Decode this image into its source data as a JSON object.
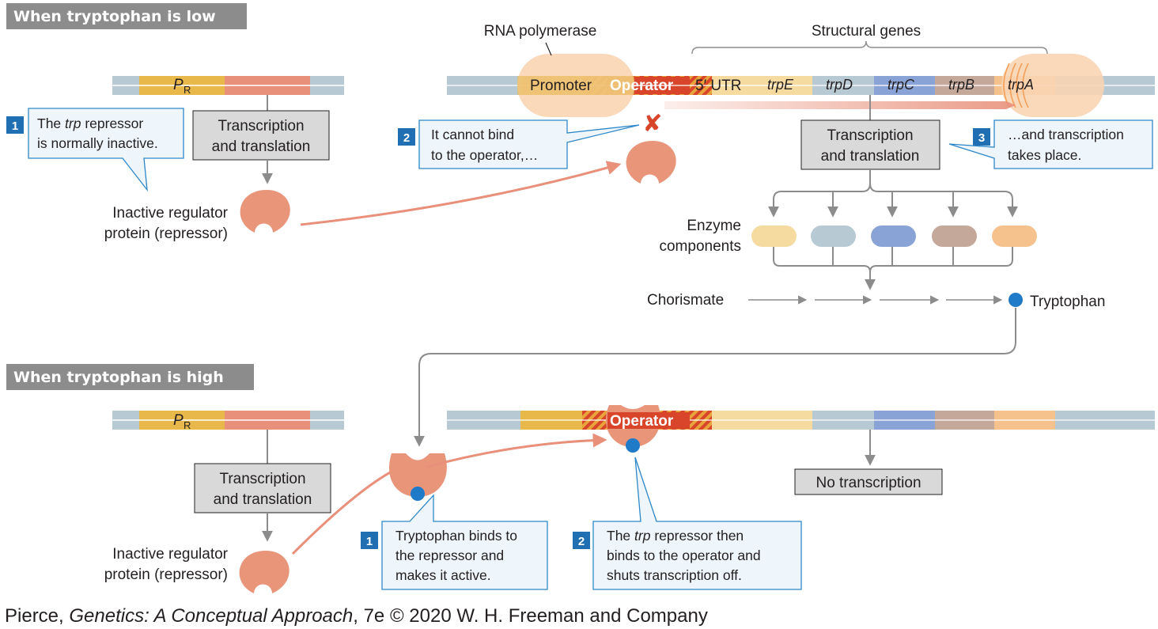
{
  "headers": {
    "low": "When tryptophan is low",
    "high": "When tryptophan is high"
  },
  "labels": {
    "rna_polymerase": "RNA polymerase",
    "structural_genes": "Structural genes",
    "promoter": "Promoter",
    "operator": "Operator",
    "utr": "5′ UTR",
    "pr_main": "P",
    "pr_sub": "R",
    "genes": [
      "trpE",
      "trpD",
      "trpC",
      "trpB",
      "trpA"
    ],
    "enzyme_line1": "Enzyme",
    "enzyme_line2": "components",
    "chorismate": "Chorismate",
    "tryptophan": "Tryptophan",
    "regulator_line1": "Inactive regulator",
    "regulator_line2": "protein (repressor)",
    "tt_line1": "Transcription",
    "tt_line2": "and translation",
    "no_transcription": "No transcription",
    "x_mark": "✘"
  },
  "callouts": {
    "low1": {
      "num": "1",
      "l1a": "The ",
      "l1b": "trp",
      "l1c": " repressor",
      "l2": "is normally inactive."
    },
    "low2": {
      "num": "2",
      "l1": "It cannot bind",
      "l2": "to the operator,…"
    },
    "low3": {
      "num": "3",
      "l1": "…and transcription",
      "l2": "takes place."
    },
    "high1": {
      "num": "1",
      "l1": "Tryptophan binds to",
      "l2": "the repressor and",
      "l3": "makes it active."
    },
    "high2": {
      "num": "2",
      "l1a": "The ",
      "l1b": "trp",
      "l1c": " repressor then",
      "l2": "binds to the operator and",
      "l3": "shuts transcription off."
    }
  },
  "credit": {
    "a": "Pierce, ",
    "b": "Genetics: A Conceptual Approach",
    "c": ", 7e © 2020 W. H. Freeman and Company"
  },
  "colors": {
    "dna": "#b7c9d3",
    "yellow": "#e8b84a",
    "salmon": "#e8907a",
    "repressor": "#e8957a",
    "operator": "#d9452b",
    "trpE": "#f5dba0",
    "trpD": "#b7c9d3",
    "trpC": "#8aa3d6",
    "trpB": "#c4a89a",
    "trpA": "#f5c28e",
    "callout_bg": "#eef6fb",
    "callout_border": "#2e87c8",
    "num_bg": "#1f6fb2",
    "header_bg": "#8c8c8c",
    "box_bg": "#d9d9d9",
    "arrow_gray": "#8c8c8c",
    "tryptophan_dot": "#1f7ac8",
    "polymerase": "#fad4b3"
  }
}
